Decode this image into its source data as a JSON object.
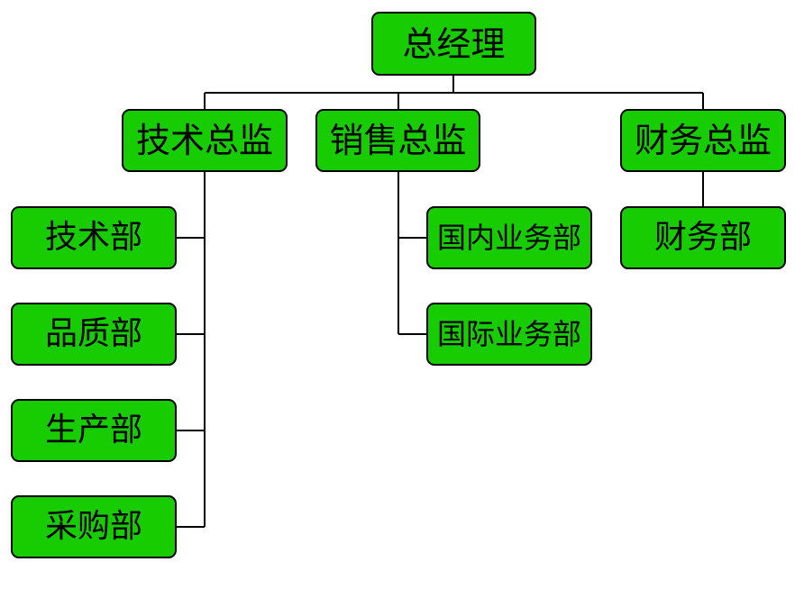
{
  "colors": {
    "node_fill": "#17cc00",
    "border": "#000000",
    "text": "#000000",
    "connector": "#000000"
  },
  "org": {
    "ceo": "总经理",
    "tech_director": "技术总监",
    "sales_director": "销售总监",
    "finance_director": "财务总监",
    "tech_dept": "技术部",
    "quality_dept": "品质部",
    "production_dept": "生产部",
    "purchasing_dept": "采购部",
    "domestic_sales_dept": "国内业务部",
    "international_sales_dept": "国际业务部",
    "finance_dept": "财务部"
  }
}
